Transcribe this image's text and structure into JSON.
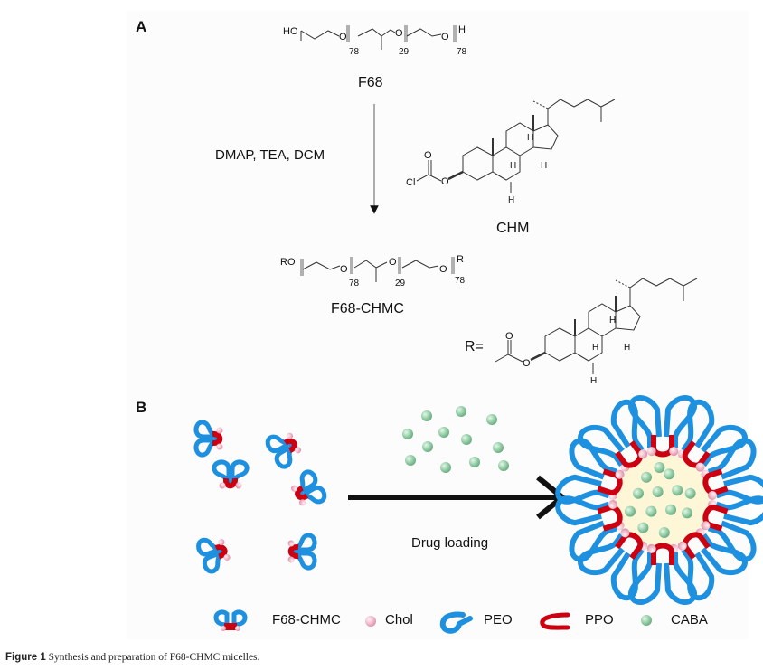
{
  "panel_a": {
    "label": "A",
    "f68": {
      "end_left": "HO",
      "end_right": "H",
      "n_peo_1": "78",
      "n_ppo": "29",
      "n_peo_2": "78",
      "name": "F68"
    },
    "reagents": "DMAP, TEA, DCM",
    "chm": {
      "name": "CHM",
      "cl": "Cl",
      "o_carbonyl": "O",
      "o_ester": "O",
      "h_labels": [
        "H",
        "H",
        "H",
        "H"
      ]
    },
    "f68_chmc": {
      "end_left": "RO",
      "end_right": "R",
      "n_peo_1": "78",
      "n_ppo": "29",
      "n_peo_2": "78",
      "name": "F68-CHMC"
    },
    "r_group": {
      "label": "R=",
      "o_carbonyl": "O",
      "o_ester": "O",
      "h_labels": [
        "H",
        "H",
        "H",
        "H"
      ]
    }
  },
  "panel_b": {
    "label": "B",
    "arrow_label": "Drug loading",
    "colors": {
      "peo": "#1e90e0",
      "ppo": "#cc0010",
      "chol": "#f0b8c8",
      "caba": "#8fcca2",
      "core": "#fdf7d8"
    },
    "legend": [
      {
        "icon": "f68-chmc-icon",
        "label": "F68-CHMC"
      },
      {
        "icon": "chol-icon",
        "label": "Chol"
      },
      {
        "icon": "peo-icon",
        "label": "PEO"
      },
      {
        "icon": "ppo-icon",
        "label": "PPO"
      },
      {
        "icon": "caba-icon",
        "label": "CABA"
      }
    ]
  },
  "caption": {
    "prefix": "Figure 1",
    "text": " Synthesis and preparation of F68-CHMC micelles."
  }
}
